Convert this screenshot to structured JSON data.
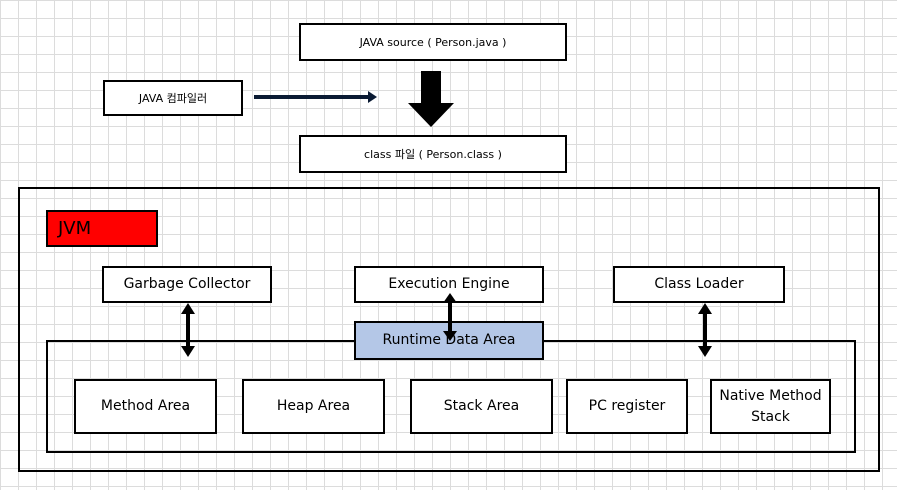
{
  "source_file": "JAVA source ( Person.java )",
  "compiler": "JAVA 컴파일러",
  "class_file": "class 파일 ( Person.class )",
  "jvm": {
    "label": "JVM",
    "label_color": "#ff0000",
    "garbage_collector": "Garbage Collector",
    "execution_engine": "Execution Engine",
    "class_loader": "Class Loader",
    "runtime_data_area": {
      "label": "Runtime Data Area",
      "color": "#b4c7e7",
      "areas": [
        "Method Area",
        "Heap Area",
        "Stack Area",
        "PC register",
        "Native Method Stack"
      ]
    }
  }
}
